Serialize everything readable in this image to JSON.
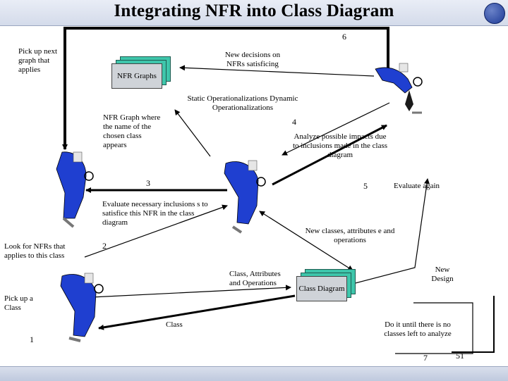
{
  "title": "Integrating NFR into Class Diagram",
  "slide_number": "51",
  "steps": {
    "s1": "1",
    "s2": "2",
    "s3": "3",
    "s4": "4",
    "s5": "5",
    "s6": "6",
    "s7": "7"
  },
  "labels": {
    "pick_next_graph": "Pick up next graph that applies",
    "new_decisions": "New decisions on NFRs satisficing",
    "static_dynamic": "Static Operationalizations Dynamic Operationalizations",
    "nfr_graph_where": "NFR Graph where the name of the chosen class appears",
    "analyze_impacts": "Analyze possible impacts due to inclusions made in the class diagram",
    "evaluate_again": "Evaluate again",
    "evaluate_necessary": "Evaluate necessary inclusions s to satisfice this NFR in the class diagram",
    "look_for_nfrs": "Look for NFRs that applies to this class",
    "new_classes": "New classes, attributes e and operations",
    "class_attrs_ops": "Class, Attributes and Operations",
    "new_design": "New Design",
    "pick_a_class": "Pick up a Class",
    "class": "Class",
    "do_it_until": "Do it until there is no classes left to analyze"
  },
  "stacks": {
    "nfr_graphs": "NFR Graphs",
    "class_diagram": "Class Diagram"
  },
  "colors": {
    "title_bar": "#d4dbea",
    "person_body": "#1f3fd0",
    "person_pants": "#1a1a1a",
    "stack_back": "#3ec6ab",
    "stack_front": "#cfd3d8"
  }
}
